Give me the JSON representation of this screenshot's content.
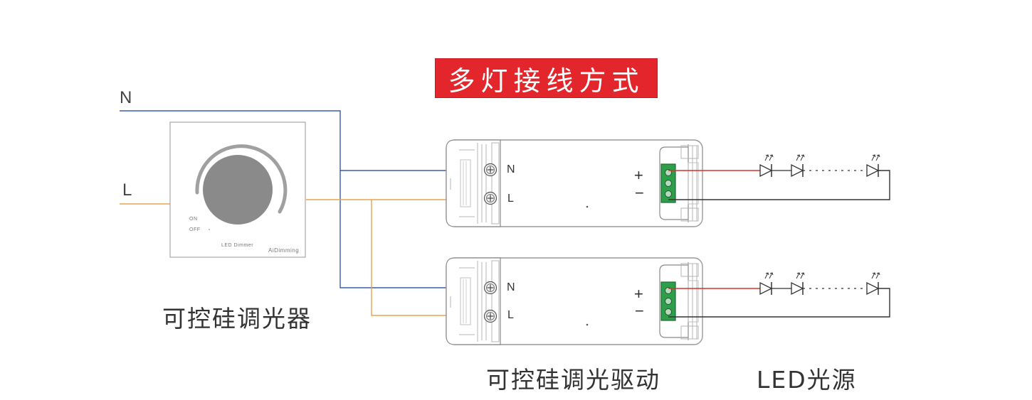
{
  "title": "多灯接线方式",
  "wires": {
    "neutral": "N",
    "live": "L"
  },
  "dimmer": {
    "caption": "可控硅调光器",
    "on_label": "ON",
    "off_label": "OFF",
    "product_label": "LED Dimmer",
    "brand": "AiDimming"
  },
  "drivers": {
    "caption": "可控硅调光驱动",
    "units": [
      {
        "input_n": "N",
        "input_l": "L",
        "plus": "+",
        "minus": "−"
      },
      {
        "input_n": "N",
        "input_l": "L",
        "plus": "+",
        "minus": "−"
      }
    ]
  },
  "led": {
    "caption": "LED光源"
  },
  "colors": {
    "title_bg": "#e3262c",
    "neutral_wire": "#3a5da8",
    "live_wire": "#e8a34c",
    "positive_wire": "#d9322c",
    "negative_wire": "#333333",
    "terminal_block": "#2e9e4a",
    "knob": "#8a8a8a"
  },
  "icons": [
    "knob-icon",
    "screw-terminal-icon",
    "led-diode-icon",
    "light-arrows-icon"
  ]
}
